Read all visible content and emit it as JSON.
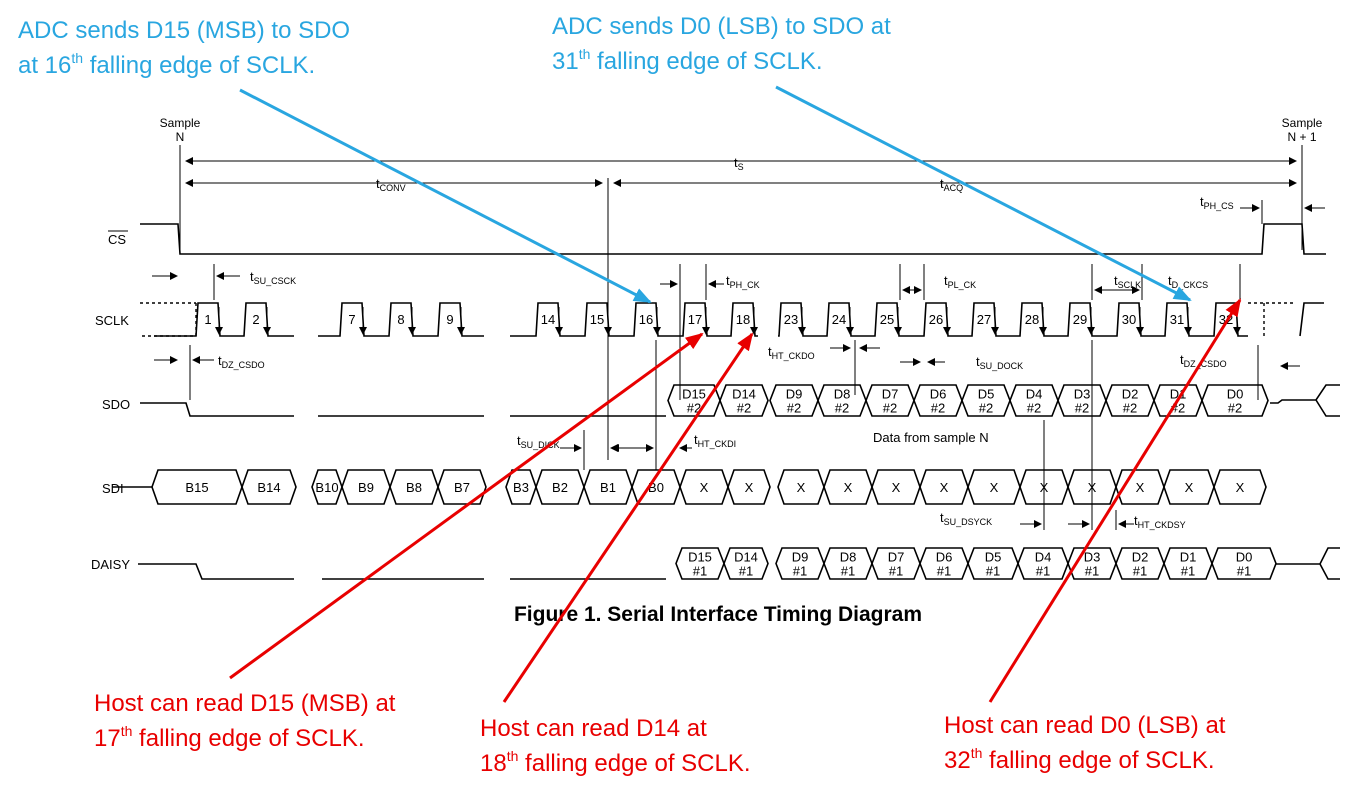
{
  "annotations": {
    "adc_msb_line1": "ADC sends D15 (MSB) to SDO",
    "adc_msb_line2_pre": "at 16",
    "adc_msb_line2_sup": "th",
    "adc_msb_line2_post": " falling edge of SCLK.",
    "adc_lsb_line1": "ADC sends D0 (LSB) to SDO at",
    "adc_lsb_line2_pre": "31",
    "adc_lsb_line2_sup": "th",
    "adc_lsb_line2_post": " falling edge of SCLK.",
    "host_msb_line1": "Host can read D15 (MSB) at",
    "host_msb_line2_pre": "17",
    "host_msb_line2_sup": "th",
    "host_msb_line2_post": " falling edge of SCLK.",
    "host_d14_line1": "Host can read D14 at",
    "host_d14_line2_pre": "18",
    "host_d14_line2_sup": "th",
    "host_d14_line2_post": " falling edge of SCLK.",
    "host_lsb_line1": "Host can read D0 (LSB) at",
    "host_lsb_line2_pre": "32",
    "host_lsb_line2_sup": "th",
    "host_lsb_line2_post": " falling edge of SCLK.",
    "blue_color": "#29a6e0",
    "red_color": "#e80000"
  },
  "diagram": {
    "caption": "Figure 1.  Serial Interface Timing Diagram",
    "sample_n": [
      "Sample",
      "N"
    ],
    "sample_n1": [
      "Sample",
      "N + 1"
    ],
    "signals": {
      "cs": "CS",
      "sclk": "SCLK",
      "sdo": "SDO",
      "sdi": "SDI",
      "daisy": "DAISY"
    },
    "timing": {
      "ts": [
        "t",
        "S"
      ],
      "tconv": [
        "t",
        "CONV"
      ],
      "tacq": [
        "t",
        "ACQ"
      ],
      "tph_cs": [
        "t",
        "PH_CS"
      ],
      "tsu_csck": [
        "t",
        "SU_CSCK"
      ],
      "tph_ck": [
        "t",
        "PH_CK"
      ],
      "tpl_ck": [
        "t",
        "PL_CK"
      ],
      "tsclk": [
        "t",
        "SCLK"
      ],
      "td_ckcs": [
        "t",
        "D_CKCS"
      ],
      "tdz_csdo": [
        "t",
        "DZ_CSDO"
      ],
      "tht_ckdo": [
        "t",
        "HT_CKDO"
      ],
      "tsu_dock": [
        "t",
        "SU_DOCK"
      ],
      "tdz_csdo2": [
        "t",
        "DZ_CSDO"
      ],
      "tsu_dick": [
        "t",
        "SU_DICK"
      ],
      "tht_ckdi": [
        "t",
        "HT_CKDI"
      ],
      "tsu_dsyck": [
        "t",
        "SU_DSYCK"
      ],
      "tht_ckdsy": [
        "t",
        "HT_CKDSY"
      ]
    },
    "data_note": "Data from sample N",
    "sclk_numbers": [
      "1",
      "2",
      "7",
      "8",
      "9",
      "14",
      "15",
      "16",
      "17",
      "18",
      "23",
      "24",
      "25",
      "26",
      "27",
      "28",
      "29",
      "30",
      "31",
      "32"
    ],
    "sdo_cells": [
      [
        "D15",
        "#2"
      ],
      [
        "D14",
        "#2"
      ],
      [
        "D9",
        "#2"
      ],
      [
        "D8",
        "#2"
      ],
      [
        "D7",
        "#2"
      ],
      [
        "D6",
        "#2"
      ],
      [
        "D5",
        "#2"
      ],
      [
        "D4",
        "#2"
      ],
      [
        "D3",
        "#2"
      ],
      [
        "D2",
        "#2"
      ],
      [
        "D1",
        "#2"
      ],
      [
        "D0",
        "#2"
      ]
    ],
    "sdi_cells": [
      "B15",
      "B14",
      "B10",
      "B9",
      "B8",
      "B7",
      "B3",
      "B2",
      "B1",
      "B0",
      "X",
      "X",
      "X",
      "X",
      "X",
      "X",
      "X",
      "X",
      "X",
      "X",
      "X",
      "X"
    ],
    "daisy_cells": [
      [
        "D15",
        "#1"
      ],
      [
        "D14",
        "#1"
      ],
      [
        "D9",
        "#1"
      ],
      [
        "D8",
        "#1"
      ],
      [
        "D7",
        "#1"
      ],
      [
        "D6",
        "#1"
      ],
      [
        "D5",
        "#1"
      ],
      [
        "D4",
        "#1"
      ],
      [
        "D3",
        "#1"
      ],
      [
        "D2",
        "#1"
      ],
      [
        "D1",
        "#1"
      ],
      [
        "D0",
        "#1"
      ]
    ]
  }
}
